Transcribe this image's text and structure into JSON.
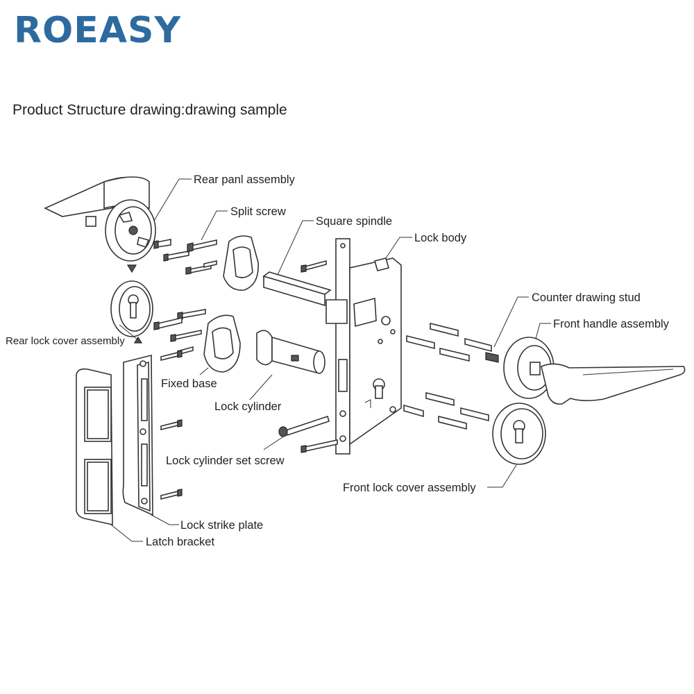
{
  "brand": {
    "logo_text": "ROEASY",
    "color": "#2d6a9f"
  },
  "title": "Product Structure drawing:drawing sample",
  "labels": {
    "rear_panel": "Rear panl assembly",
    "split_screw": "Split screw",
    "square_spindle": "Square spindle",
    "lock_body": "Lock body",
    "counter_stud": "Counter drawing stud",
    "front_handle": "Front handle assembly",
    "rear_lock_cover": "Rear lock cover assembly",
    "fixed_base": "Fixed base",
    "lock_cylinder": "Lock cylinder",
    "cylinder_set_screw": "Lock cylinder set screw",
    "front_lock_cover": "Front lock cover assembly",
    "strike_plate": "Lock strike plate",
    "latch_bracket": "Latch bracket"
  }
}
